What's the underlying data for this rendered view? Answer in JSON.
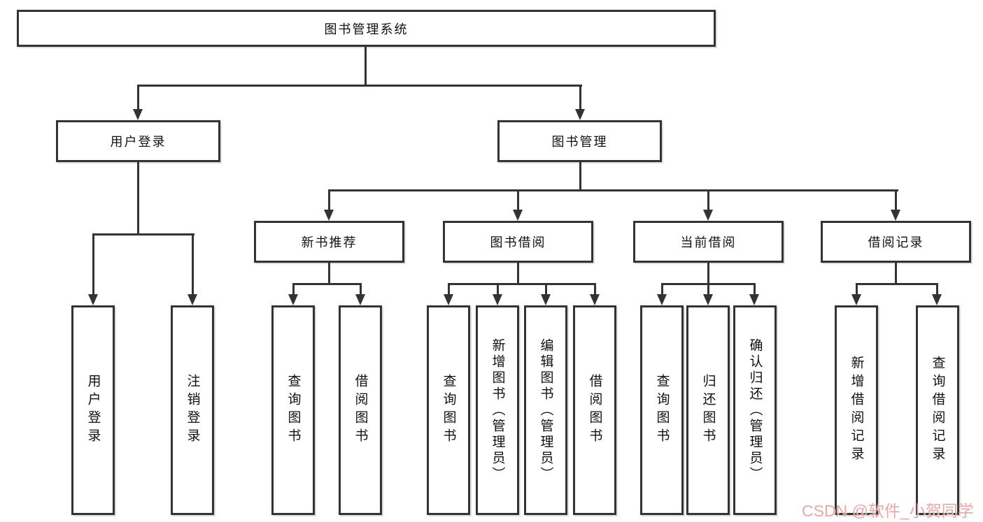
{
  "diagram": {
    "root": "图书管理系统",
    "branches": [
      {
        "label": "用户登录",
        "children": [
          "用户登录",
          "注销登录"
        ]
      },
      {
        "label": "图书管理",
        "groups": [
          {
            "label": "新书推荐",
            "children": [
              "查询图书",
              "借阅图书"
            ]
          },
          {
            "label": "图书借阅",
            "children": [
              "查询图书",
              "新增图书（管理员）",
              "编辑图书（管理员）",
              "借阅图书"
            ]
          },
          {
            "label": "当前借阅",
            "children": [
              "查询图书",
              "归还图书",
              "确认归还（管理员）"
            ]
          },
          {
            "label": "借阅记录",
            "children": [
              "新增借阅记录",
              "查询借阅记录"
            ]
          }
        ]
      }
    ]
  },
  "watermark": {
    "text": "CSDN @软件_小贺同学",
    "color": "#e89696"
  },
  "colors": {
    "line": "#333333",
    "border": "#333333",
    "text": "#111111",
    "background": "#ffffff"
  }
}
